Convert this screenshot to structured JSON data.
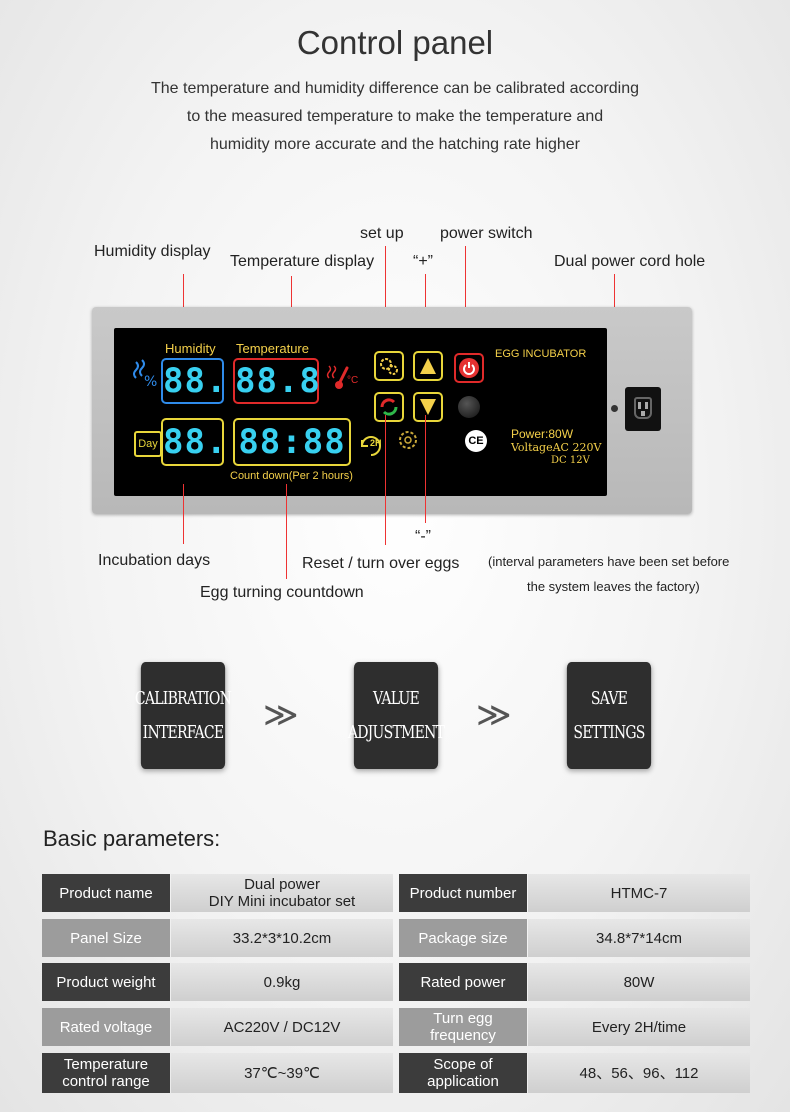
{
  "header": {
    "title": "Control panel",
    "intro_lines": [
      "The temperature and humidity difference can be calibrated according",
      "to the measured temperature to make the temperature and",
      "humidity more accurate and the hatching rate higher"
    ]
  },
  "callouts": {
    "humidity_display": "Humidity display",
    "temperature_display": "Temperature display",
    "set_up": "set up",
    "plus": "“+”",
    "power_switch": "power switch",
    "dual_power_cord_hole": "Dual power cord hole",
    "incubation_days": "Incubation days",
    "egg_turning_countdown": "Egg turning countdown",
    "reset_turn_over_eggs": "Reset / turn over eggs",
    "minus": "“-”",
    "interval_note_1": "(interval parameters have been set before",
    "interval_note_2": "the system leaves the factory)"
  },
  "panel": {
    "humidity_label": "Humidity",
    "temperature_label": "Temperature",
    "humidity_value": "88.",
    "temperature_value": "88.8",
    "days_value": "88.",
    "countdown_value": "88:88",
    "day_icon_text": "Day",
    "countdown_label": "Count down(Per 2 hours)",
    "brand": "EGG INCUBATOR",
    "power": "Power:80W",
    "voltage": "VoltageAC 220V",
    "voltage_dc": "DC 12V",
    "ce_mark": "CE",
    "two_h": "2H",
    "celsius": "°C"
  },
  "steps": [
    {
      "line1": "CALIBRATION",
      "line2": "INTERFACE"
    },
    {
      "line1": "VALUE",
      "line2": "ADJUSTMENT"
    },
    {
      "line1": "SAVE",
      "line2": "SETTINGS"
    }
  ],
  "chevron": "≫",
  "params": {
    "title": "Basic parameters:",
    "rows": [
      {
        "k1": "Product name",
        "v1a": "Dual power",
        "v1b": "DIY Mini incubator set",
        "k2": "Product number",
        "v2": "HTMC-7"
      },
      {
        "k1": "Panel Size",
        "v1": "33.2*3*10.2cm",
        "k2": "Package size",
        "v2": "34.8*7*14cm"
      },
      {
        "k1": "Product weight",
        "v1": "0.9kg",
        "k2": "Rated power",
        "v2": "80W"
      },
      {
        "k1": "Rated voltage",
        "v1": "AC220V / DC12V",
        "k2a": "Turn egg",
        "k2b": "frequency",
        "v2": "Every 2H/time"
      },
      {
        "k1a": "Temperature",
        "k1b": "control range",
        "v1": "37℃~39℃",
        "k2a": "Scope of",
        "k2b": "application",
        "v2": "48、56、96、112"
      }
    ]
  },
  "colors": {
    "lcd_digit": "#38d0f0",
    "label_yellow": "#f4d04a",
    "callout_line": "#e33333",
    "frame_blue": "#2f8bea",
    "frame_red": "#e02a2a",
    "frame_yellow": "#e8d63a"
  }
}
